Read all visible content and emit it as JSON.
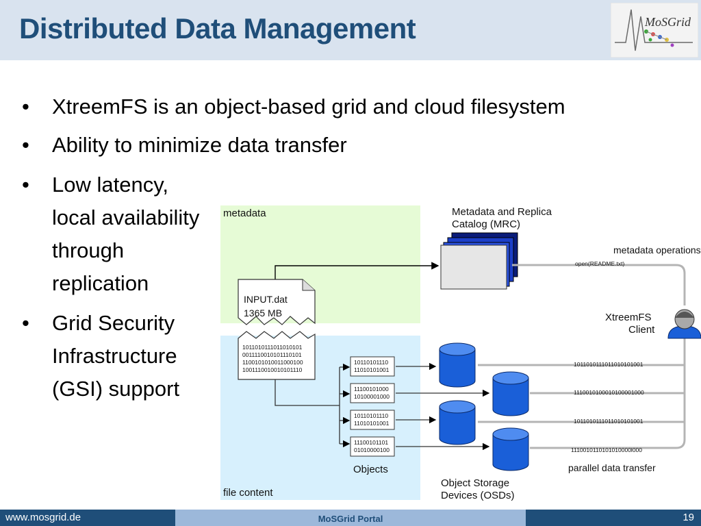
{
  "slide": {
    "title": "Distributed Data Management",
    "logo_text": "MoSGrid",
    "bullets": [
      {
        "lines": [
          "XtreemFS is an object-based grid and cloud filesystem"
        ]
      },
      {
        "lines": [
          "Ability to minimize data transfer"
        ]
      },
      {
        "lines": [
          "Low latency,",
          "local availability",
          "through",
          "replication"
        ]
      },
      {
        "lines": [
          "Grid Security",
          "Infrastructure",
          "(GSI) support"
        ]
      }
    ]
  },
  "diagram": {
    "metadata_label": "metadata",
    "file_content_label": "file content",
    "file_name": "INPUT.dat",
    "file_size": "1365 MB",
    "file_bits": [
      "1011010111011010101",
      "0011110010101110101",
      "1100101010011000100",
      "1001110010010101110"
    ],
    "mrc_title_1": "Metadata and Replica",
    "mrc_title_2": "Catalog (MRC)",
    "metadata_ops": "metadata operations",
    "open_call": "open(README.txt)",
    "client_1": "XtreemFS",
    "client_2": "Client",
    "objects": [
      {
        "line1": "10110101110",
        "line2": "11010101001"
      },
      {
        "line1": "11100101000",
        "line2": "10100001000"
      },
      {
        "line1": "10110101110",
        "line2": "11010101001"
      },
      {
        "line1": "11100101101",
        "line2": "01010000100"
      }
    ],
    "objects_label": "Objects",
    "osd_label_1": "Object Storage",
    "osd_label_2": "Devices (OSDs)",
    "transfers": [
      "1011010111011010101001",
      "1110010100010100001000",
      "1011010111011010101001",
      "1110010110101010000l000"
    ],
    "parallel_label": "parallel data transfer",
    "colors": {
      "metadata_bg": "#e6fbd6",
      "content_bg": "#d7f0fd",
      "disk": "#1a5fd8",
      "mrc": "#0a1c7a"
    }
  },
  "footer": {
    "website": "www.mosgrid.de",
    "portal": "MoSGrid Portal",
    "page": "19"
  }
}
